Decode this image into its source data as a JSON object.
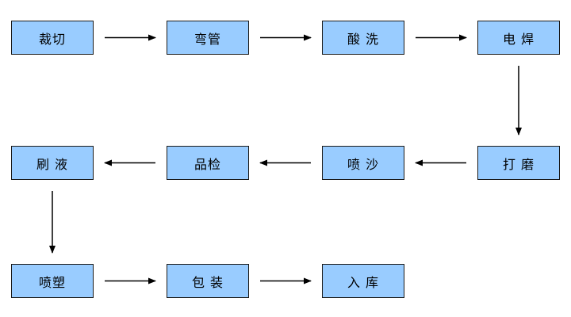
{
  "style": {
    "box_fill": "#99ccff",
    "box_border": "#1a1a1a",
    "arrow_color": "#000000"
  },
  "steps": [
    {
      "label": "裁切"
    },
    {
      "label": "弯管"
    },
    {
      "label": "酸 洗"
    },
    {
      "label": "电 焊"
    },
    {
      "label": "打 磨"
    },
    {
      "label": "喷 沙"
    },
    {
      "label": "品检"
    },
    {
      "label": "刷 液"
    },
    {
      "label": "喷塑"
    },
    {
      "label": "包 装"
    },
    {
      "label": "入 库"
    }
  ],
  "flow": [
    [
      0,
      1
    ],
    [
      1,
      2
    ],
    [
      2,
      3
    ],
    [
      3,
      4
    ],
    [
      4,
      5
    ],
    [
      5,
      6
    ],
    [
      6,
      7
    ],
    [
      7,
      8
    ],
    [
      8,
      9
    ],
    [
      9,
      10
    ]
  ]
}
